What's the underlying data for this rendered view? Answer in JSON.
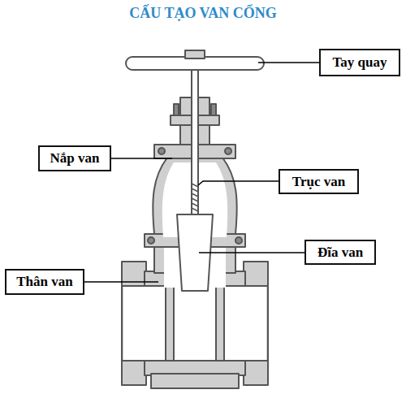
{
  "diagram": {
    "title": "CẤU TẠO VAN CỔNG",
    "nodes": [
      {
        "text": [
          "Tay quay"
        ]
      },
      {
        "text": [
          "Nắp van"
        ]
      },
      {
        "text": [
          "Trục van"
        ]
      },
      {
        "text": [
          "Đĩa van"
        ]
      },
      {
        "text": [
          "Thân van"
        ]
      }
    ]
  }
}
